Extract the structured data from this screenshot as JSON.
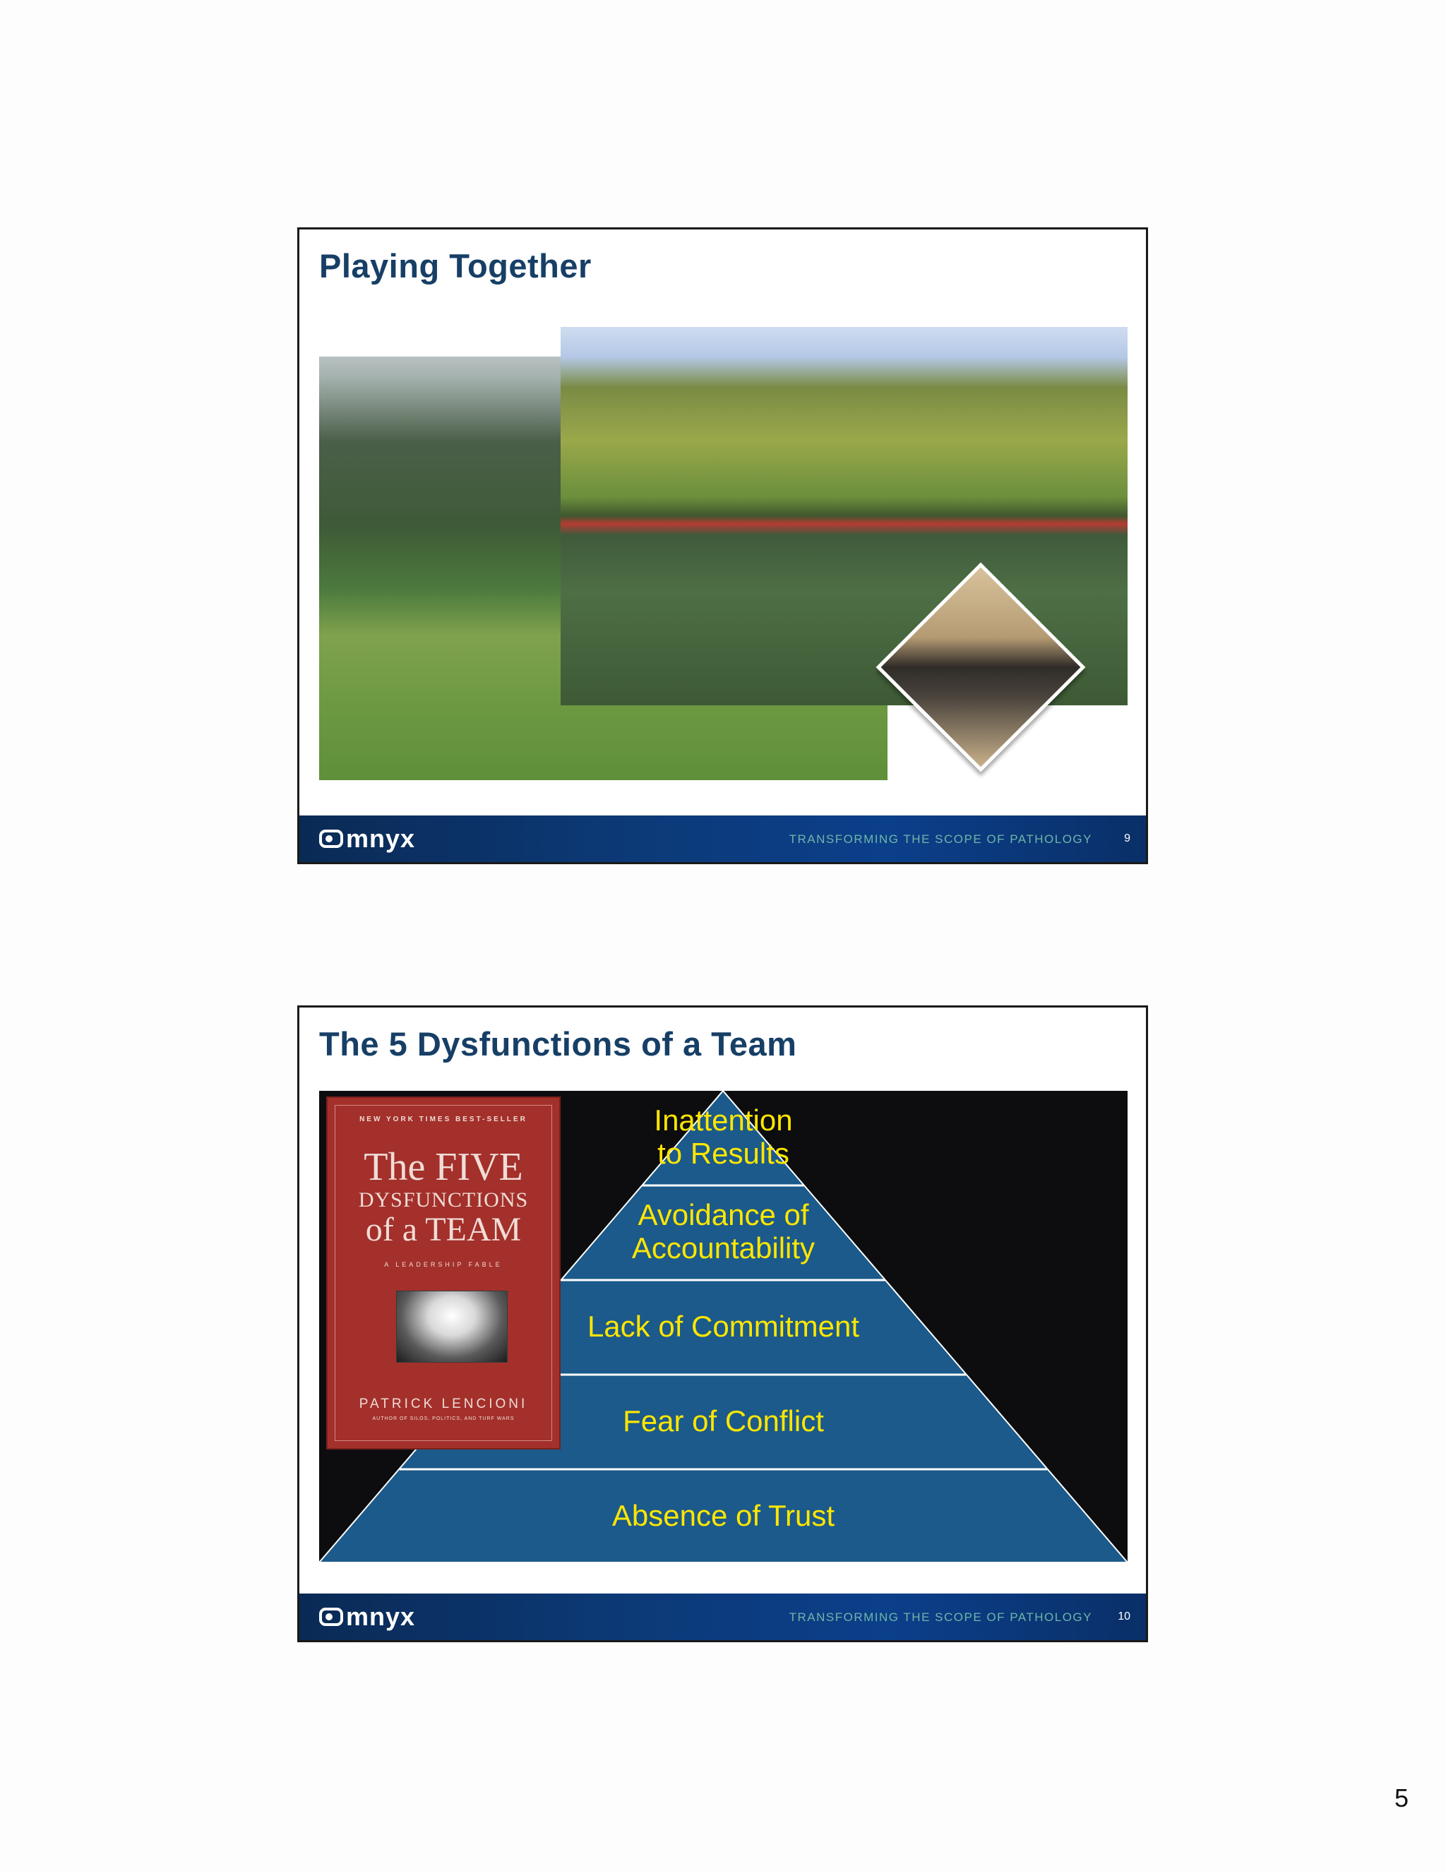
{
  "slides": [
    {
      "title": "Playing Together",
      "photos": [
        "golf-photo",
        "soccer-photo",
        "foosball-photo"
      ],
      "footer": {
        "logo_text": "mnyx",
        "tagline": "TRANSFORMING THE SCOPE OF PATHOLOGY",
        "slide_number": "9"
      }
    },
    {
      "title": "The 5 Dysfunctions of a Team",
      "pyramid": {
        "tiers": [
          "Inattention\nto Results",
          "Avoidance of\nAccountability",
          "Lack of Commitment",
          "Fear of Conflict",
          "Absence of Trust"
        ],
        "fill_color": "#1b5a8a",
        "line_color": "#ffffff",
        "text_color": "#ffe600"
      },
      "book": {
        "bestseller": "NEW YORK TIMES BEST-SELLER",
        "title_line1": "The FIVE",
        "title_line2": "DYSFUNCTIONS",
        "title_line3": "of a TEAM",
        "subtitle": "A LEADERSHIP FABLE",
        "author": "PATRICK LENCIONI",
        "author_sub": "AUTHOR OF SILOS, POLITICS, AND TURF WARS"
      },
      "footer": {
        "logo_text": "mnyx",
        "tagline": "TRANSFORMING THE SCOPE OF PATHOLOGY",
        "slide_number": "10"
      }
    }
  ],
  "page": {
    "number": "5"
  }
}
